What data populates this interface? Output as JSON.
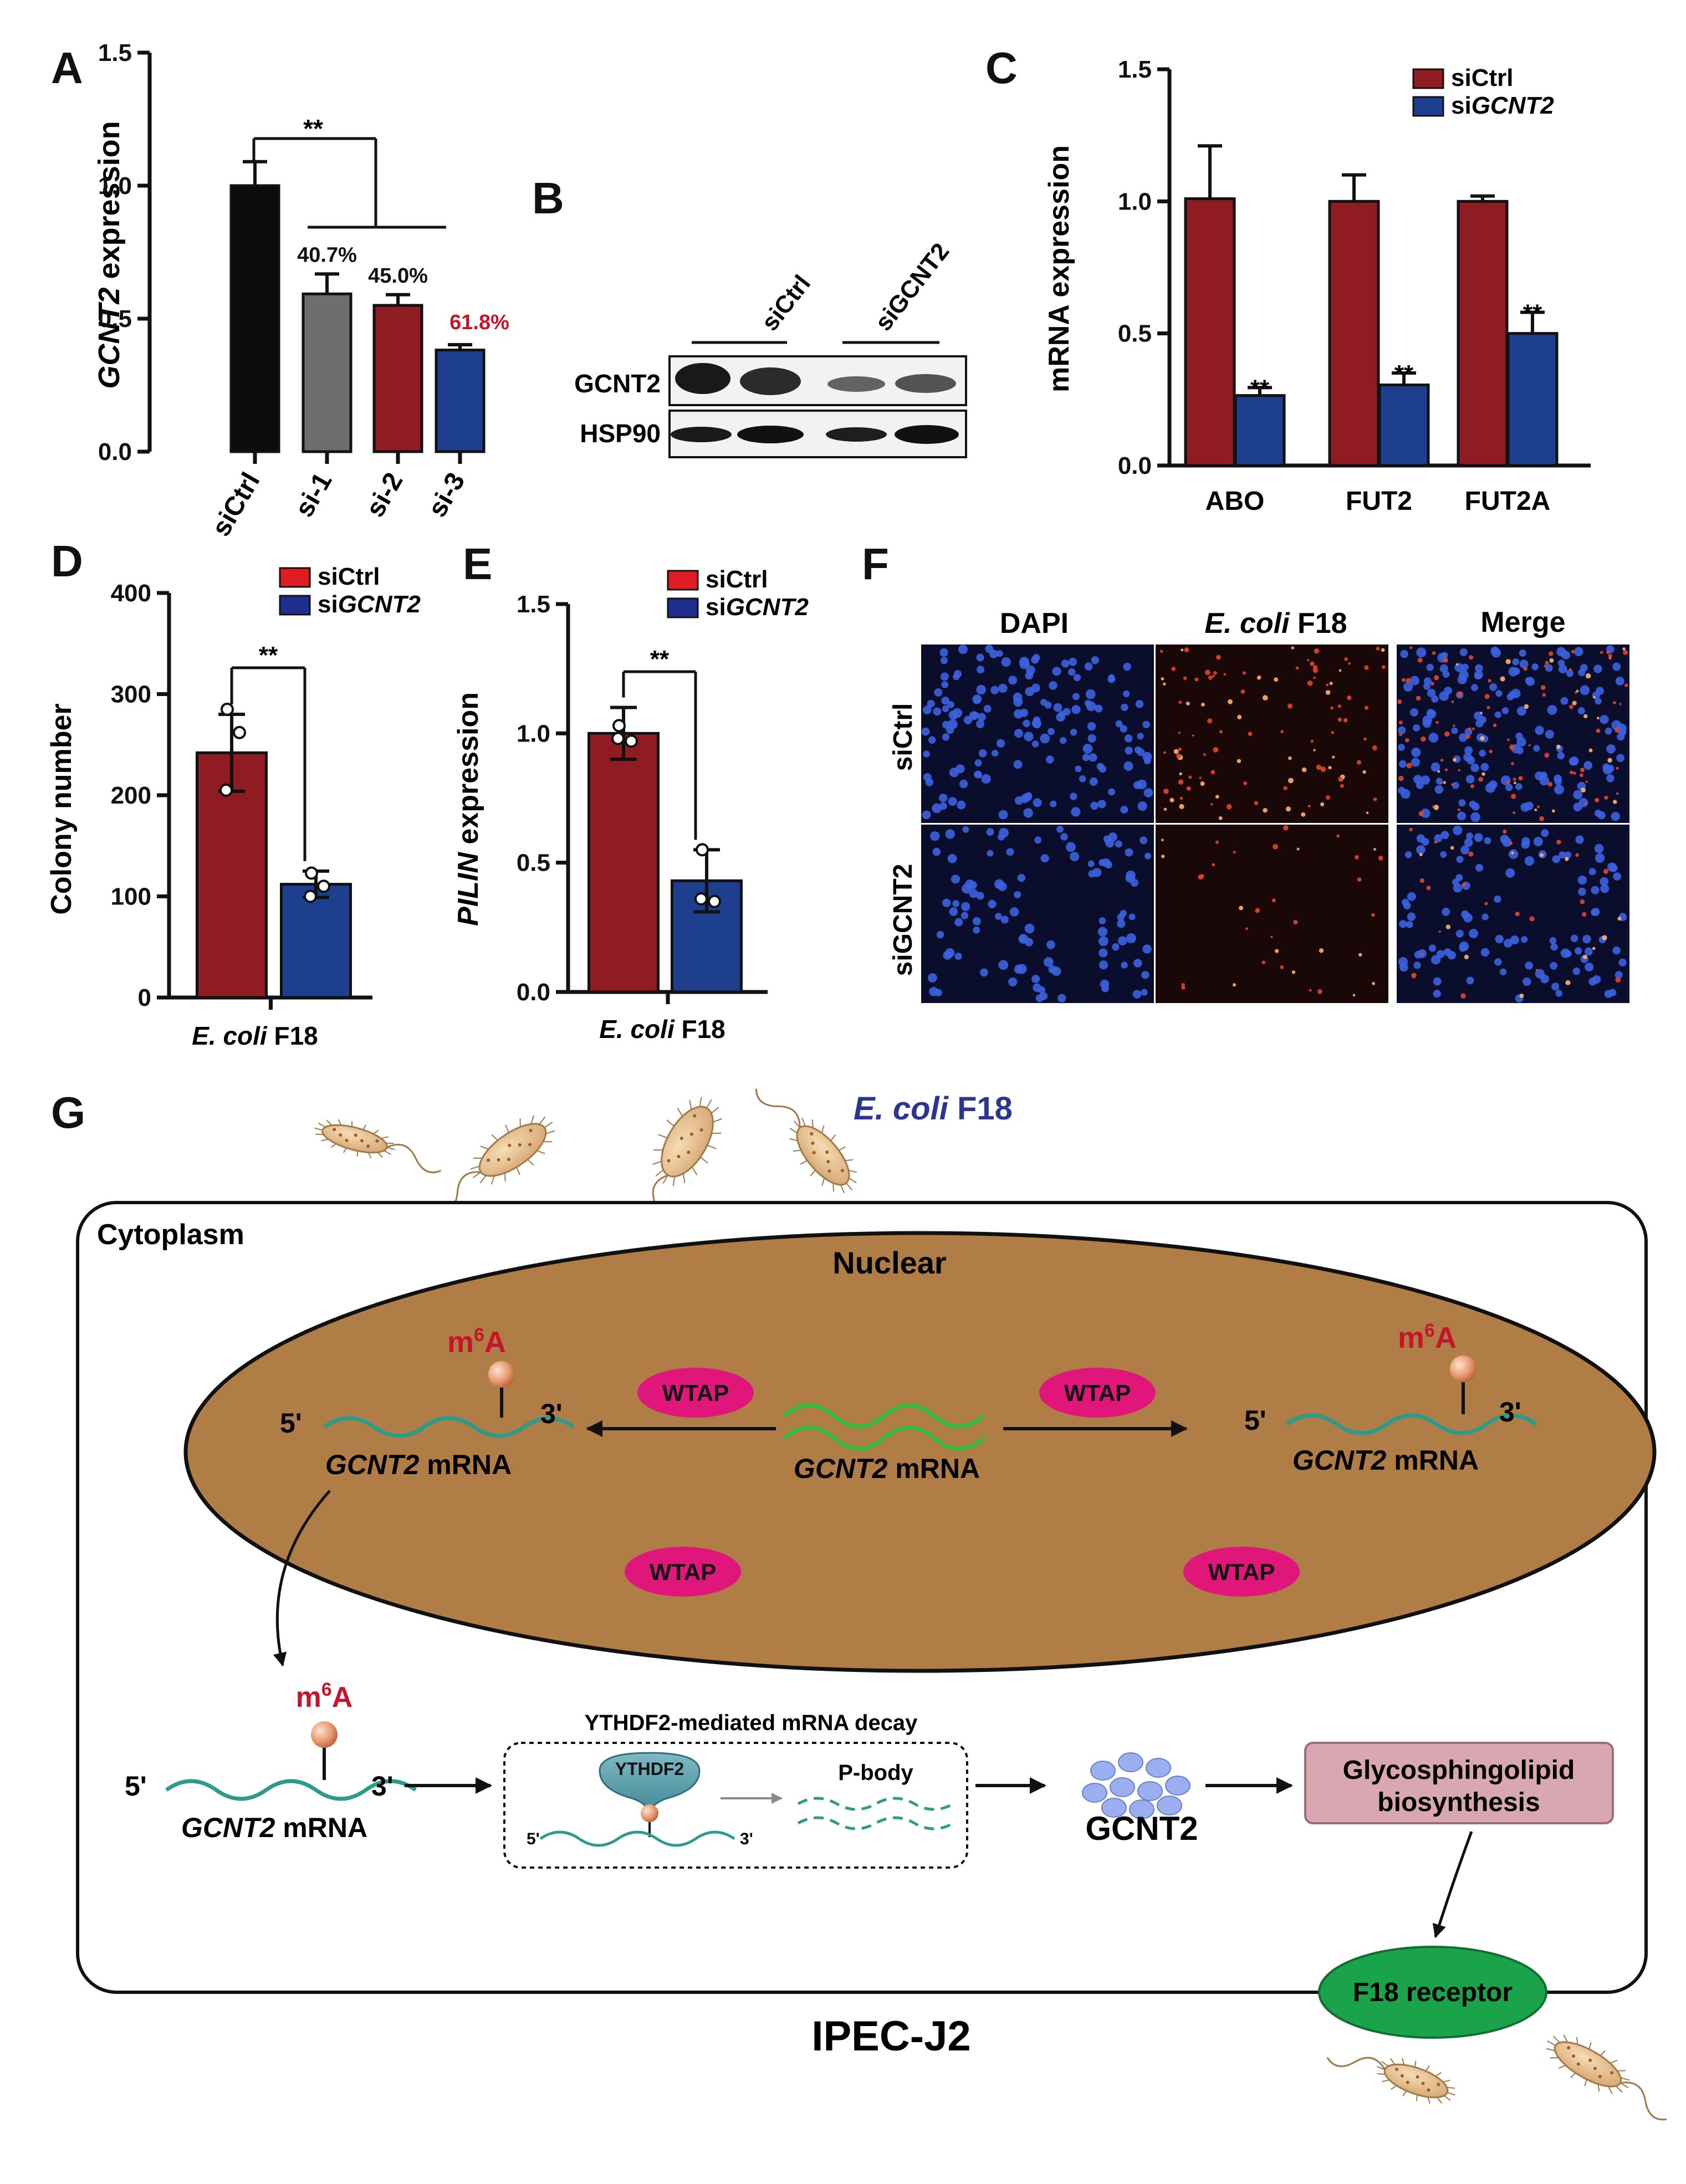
{
  "panel_labels": {
    "A": "A",
    "B": "B",
    "C": "C",
    "D": "D",
    "E": "E",
    "F": "F",
    "G": "G"
  },
  "colors": {
    "red": "#8e1c22",
    "blue": "#1d3f8e",
    "black": "#0c0c0c",
    "gray": "#6e6e6e",
    "legend_red": "#e11b24",
    "legend_blue": "#1e2f8d",
    "nucleus": "#b07d47",
    "wtap": "#e0167a",
    "mrna": "#2b9b8b",
    "pink_box": "#d9a7b2",
    "receptor": "#1aa34a",
    "ecoli_text": "#2c3590",
    "m6a_text": "#c4152b"
  },
  "chart_data": [
    {
      "id": "A",
      "type": "bar",
      "ylabel_italic": "GCNT2",
      "ylabel_rest": " expression",
      "yticks": [
        "0.0",
        "0.5",
        "1.0",
        "1.5"
      ],
      "ylim": [
        0,
        1.5
      ],
      "categories": [
        "siCtrl",
        "si-1",
        "si-2",
        "si-3"
      ],
      "values": [
        1.0,
        0.593,
        0.55,
        0.382
      ],
      "errors": [
        0.09,
        0.075,
        0.04,
        0.02
      ],
      "bar_colors": [
        "#0c0c0c",
        "#6e6e6e",
        "#8e1c22",
        "#1d3f8e"
      ],
      "annotations": [
        "",
        "40.7%",
        "45.0%",
        "61.8%"
      ],
      "annotation_colors": [
        "#111",
        "#111",
        "#111",
        "#c4152b"
      ],
      "significance": "**"
    },
    {
      "id": "C",
      "type": "bar",
      "ylabel": "mRNA expression",
      "yticks": [
        "0.0",
        "0.5",
        "1.0",
        "1.5"
      ],
      "ylim": [
        0,
        1.5
      ],
      "categories": [
        "ABO",
        "FUT2",
        "FUT2A"
      ],
      "series": [
        {
          "name": "siCtrl",
          "values": [
            1.01,
            1.0,
            1.0
          ],
          "errors": [
            0.2,
            0.1,
            0.02
          ]
        },
        {
          "name": "siGCNT2",
          "values": [
            0.265,
            0.305,
            0.5
          ],
          "errors": [
            0.03,
            0.045,
            0.08
          ]
        }
      ],
      "legend": [
        {
          "text": "siCtrl",
          "italic": ""
        },
        {
          "text": "si",
          "italic": "GCNT2"
        }
      ],
      "significance": [
        "**",
        "**",
        "**"
      ]
    },
    {
      "id": "D",
      "type": "bar",
      "ylabel": "Colony number",
      "yticks": [
        "0",
        "100",
        "200",
        "300",
        "400"
      ],
      "ylim": [
        0,
        400
      ],
      "xlabel_italic": "E. coli",
      "xlabel_rest": " F18",
      "series": [
        {
          "name": "siCtrl",
          "value": 242,
          "error": 38,
          "points": [
            285,
            262,
            205
          ]
        },
        {
          "name": "siGCNT2",
          "value": 112,
          "error": 13,
          "points": [
            123,
            110,
            100
          ]
        }
      ],
      "legend": [
        {
          "text": "siCtrl",
          "italic": ""
        },
        {
          "text": "si",
          "italic": "GCNT2"
        }
      ],
      "significance": "**"
    },
    {
      "id": "E",
      "type": "bar",
      "ylabel_italic": "PILIN",
      "ylabel_rest": " expression",
      "yticks": [
        "0.0",
        "0.5",
        "1.0",
        "1.5"
      ],
      "ylim": [
        0,
        1.5
      ],
      "xlabel_italic": "E. coli",
      "xlabel_rest": " F18",
      "series": [
        {
          "name": "siCtrl",
          "value": 1.0,
          "error": 0.1,
          "points": [
            1.03,
            0.97,
            0.98
          ]
        },
        {
          "name": "siGCNT2",
          "value": 0.43,
          "error": 0.12,
          "points": [
            0.55,
            0.35,
            0.36
          ]
        }
      ],
      "legend": [
        {
          "text": "siCtrl",
          "italic": ""
        },
        {
          "text": "si",
          "italic": "GCNT2"
        }
      ],
      "significance": "**"
    }
  ],
  "panel_B": {
    "groups": [
      "siCtrl",
      "siGCNT2"
    ],
    "rows": [
      "GCNT2",
      "HSP90"
    ]
  },
  "panel_F": {
    "columns": [
      "DAPI",
      "F18",
      "Merge"
    ],
    "column_italic": [
      "",
      "E. coli",
      ""
    ],
    "rows": [
      "siCtrl",
      "siGCNT2"
    ]
  },
  "panel_G": {
    "ecoli_label_italic": "E. coli",
    "ecoli_label_rest": " F18",
    "cytoplasm": "Cytoplasm",
    "nuclear": "Nuclear",
    "wtap": "WTAP",
    "m6a_base": "m",
    "m6a_sup": "6",
    "m6a_end": "A",
    "five": "5'",
    "three": "3'",
    "mrna_italic": "GCNT2",
    "mrna_rest": " mRNA",
    "decay_title": "YTHDF2-mediated mRNA decay",
    "ythdf2": "YTHDF2",
    "pbody": "P-body",
    "gcnt2": "GCNT2",
    "glyco_line1": "Glycosphingolipid",
    "glyco_line2": "biosynthesis",
    "receptor": "F18 receptor",
    "cell": "IPEC-J2"
  }
}
